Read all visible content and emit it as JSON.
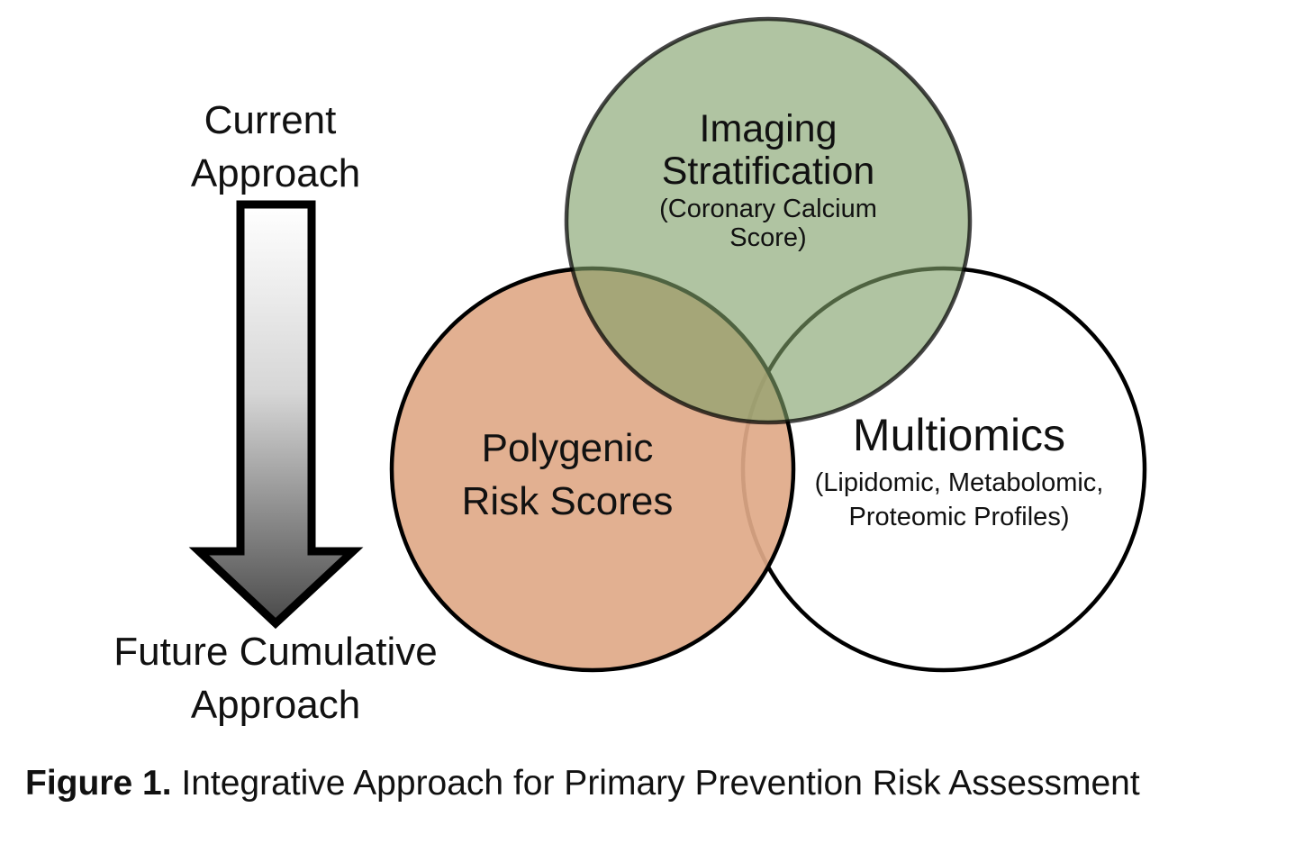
{
  "arrow": {
    "top_label_line1": "Current",
    "top_label_line2": "Approach",
    "bottom_label_line1": "Future Cumulative",
    "bottom_label_line2": "Approach"
  },
  "circles": {
    "imaging": {
      "title_line1": "Imaging",
      "title_line2": "Stratification",
      "sub_line1": "(Coronary Calcium",
      "sub_line2": "Score)",
      "fill": "#a9c09a"
    },
    "polygenic": {
      "title_line1": "Polygenic",
      "title_line2": "Risk Scores",
      "fill": "#e0a988"
    },
    "multiomics": {
      "title": "Multiomics",
      "sub_line1": "(Lipidomic, Metabolomic,",
      "sub_line2": "Proteomic Profiles)",
      "fill": "#ffffff"
    }
  },
  "caption": {
    "label": "Figure 1.",
    "text": " Integrative Approach for Primary Prevention Risk Assessment"
  }
}
